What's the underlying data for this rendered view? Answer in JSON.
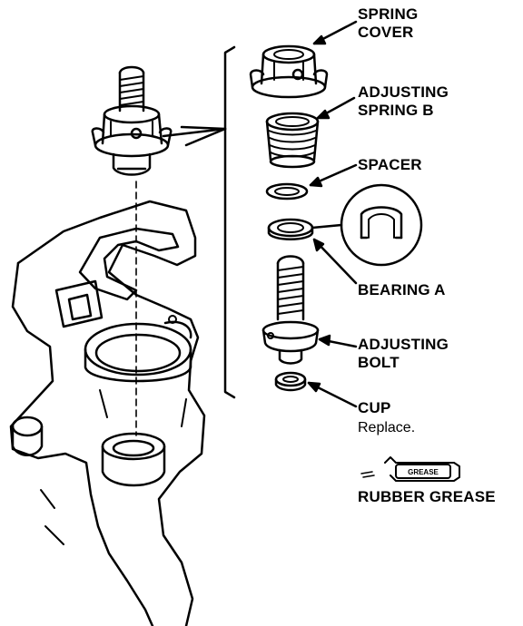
{
  "labels": {
    "spring_cover": [
      "SPRING",
      "COVER"
    ],
    "adjusting_spring_b": [
      "ADJUSTING",
      "SPRING B"
    ],
    "spacer": "SPACER",
    "bearing_a": "BEARING A",
    "adjusting_bolt": [
      "ADJUSTING",
      "BOLT"
    ],
    "cup": "CUP",
    "cup_note": "Replace.",
    "rubber_grease": "RUBBER GREASE",
    "grease_badge": "GREASE"
  },
  "colors": {
    "ink": "#000000",
    "paper": "#ffffff"
  }
}
